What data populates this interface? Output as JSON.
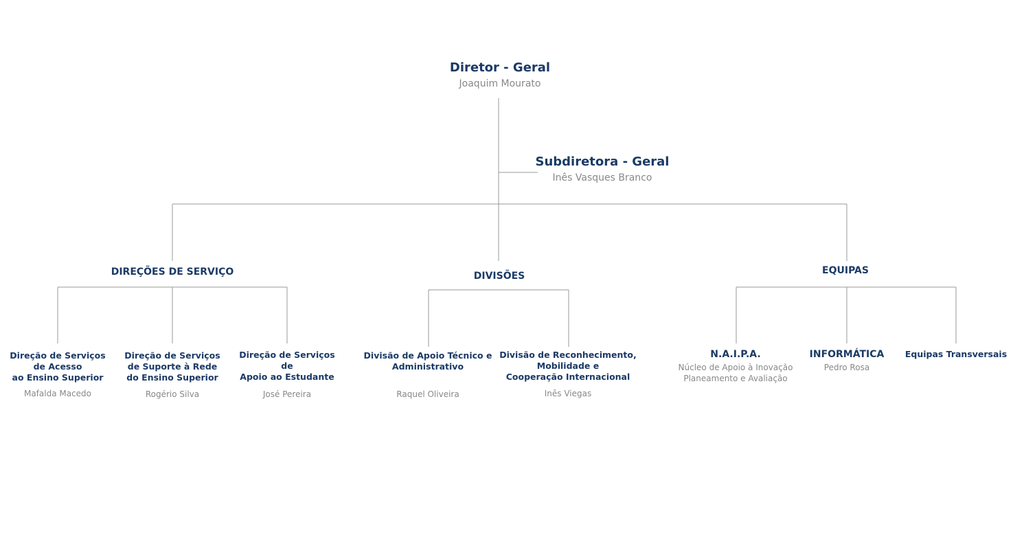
{
  "colors": {
    "title": "#1b3a66",
    "person": "#888888",
    "line": "#999999",
    "background": "#ffffff"
  },
  "director": {
    "title": "Diretor - Geral",
    "name": "Joaquim Mourato"
  },
  "subdirector": {
    "title": "Subdiretora - Geral",
    "name": "Inês Vasques Branco"
  },
  "groups": {
    "direcoes": {
      "title": "DIREÇÕES DE SERVIÇO",
      "units": [
        {
          "title": "Direção de Serviços\nde Acesso\nao Ensino Superior",
          "name": "Mafalda Macedo"
        },
        {
          "title": "Direção de Serviços\nde Suporte à Rede\ndo Ensino Superior",
          "name": "Rogério Silva"
        },
        {
          "title": "Direção de Serviços\nde\nApoio ao Estudante",
          "name": "José Pereira"
        }
      ]
    },
    "divisoes": {
      "title": "DIVISÕES",
      "units": [
        {
          "title": "Divisão de Apoio Técnico e\nAdministrativo",
          "name": "Raquel Oliveira"
        },
        {
          "title": "Divisão de Reconhecimento,\nMobilidade e\nCooperação Internacional",
          "name": "Inês Viegas"
        }
      ]
    },
    "equipas": {
      "title": "EQUIPAS",
      "units": [
        {
          "title": "N.A.I.P.A.",
          "name": "Núcleo de Apoio à Inovação\nPlaneamento e Avaliação"
        },
        {
          "title": "INFORMÁTICA",
          "name": "Pedro Rosa"
        },
        {
          "title": "Equipas Transversais",
          "name": ""
        }
      ]
    }
  }
}
